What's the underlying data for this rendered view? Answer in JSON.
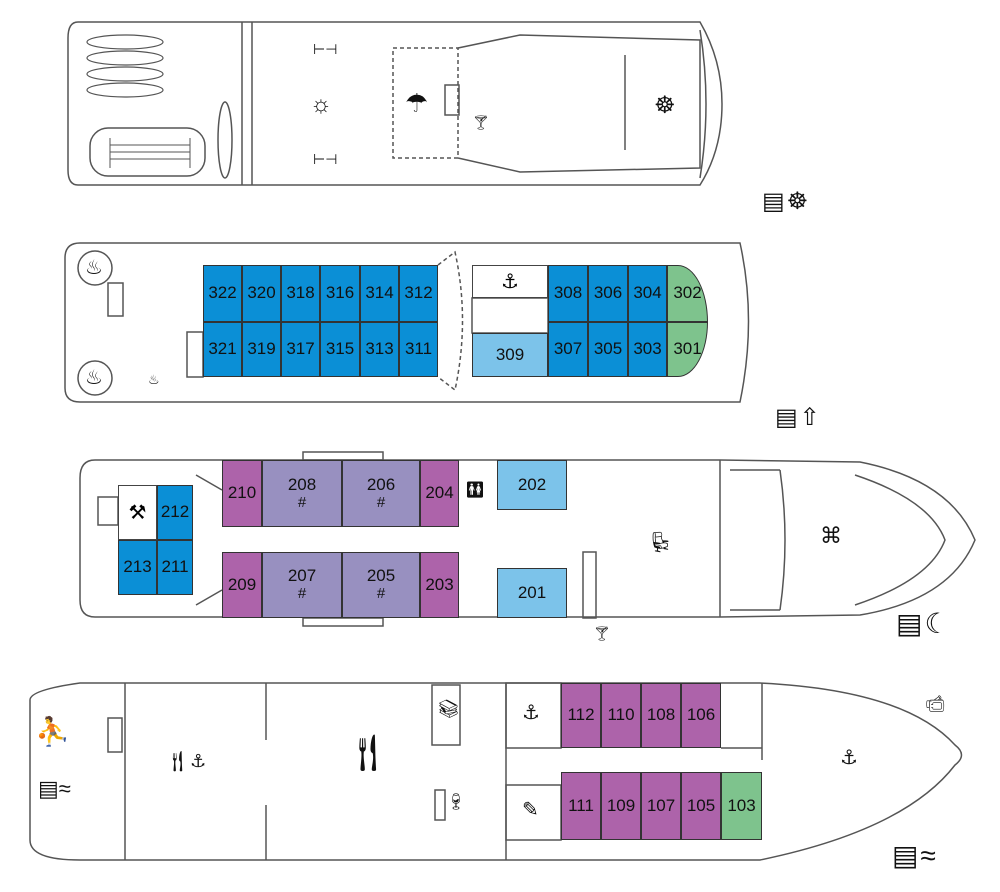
{
  "colors": {
    "standard": "#0b8fd6",
    "light": "#7cc3ea",
    "suite": "#7ec38d",
    "magenta": "#ad63aa",
    "lavender": "#9890c0"
  },
  "decks": [
    {
      "legend": "▤☸",
      "legend_icons": [
        "list-icon",
        "helm-icon"
      ]
    },
    {
      "legend": "▤⇧",
      "legend_icons": [
        "list-icon",
        "arrow-up-icon"
      ],
      "cabins": [
        {
          "n": "322",
          "c": "standard"
        },
        {
          "n": "320",
          "c": "standard"
        },
        {
          "n": "318",
          "c": "standard"
        },
        {
          "n": "316",
          "c": "standard"
        },
        {
          "n": "314",
          "c": "standard"
        },
        {
          "n": "312",
          "c": "standard"
        },
        {
          "n": "321",
          "c": "standard"
        },
        {
          "n": "319",
          "c": "standard"
        },
        {
          "n": "317",
          "c": "standard"
        },
        {
          "n": "315",
          "c": "standard"
        },
        {
          "n": "313",
          "c": "standard"
        },
        {
          "n": "311",
          "c": "standard"
        },
        {
          "n": "308",
          "c": "standard"
        },
        {
          "n": "306",
          "c": "standard"
        },
        {
          "n": "304",
          "c": "standard"
        },
        {
          "n": "302",
          "c": "suite"
        },
        {
          "n": "307",
          "c": "standard"
        },
        {
          "n": "305",
          "c": "standard"
        },
        {
          "n": "303",
          "c": "standard"
        },
        {
          "n": "301",
          "c": "suite"
        },
        {
          "n": "309",
          "c": "light"
        }
      ]
    },
    {
      "legend": "▤☾",
      "legend_icons": [
        "list-icon",
        "moon-icon"
      ],
      "cabins": [
        {
          "n": "210",
          "c": "magenta"
        },
        {
          "n": "208",
          "c": "lavender",
          "mark": "#"
        },
        {
          "n": "206",
          "c": "lavender",
          "mark": "#"
        },
        {
          "n": "204",
          "c": "magenta"
        },
        {
          "n": "209",
          "c": "magenta"
        },
        {
          "n": "207",
          "c": "lavender",
          "mark": "#"
        },
        {
          "n": "205",
          "c": "lavender",
          "mark": "#"
        },
        {
          "n": "203",
          "c": "magenta"
        },
        {
          "n": "212",
          "c": "standard"
        },
        {
          "n": "213",
          "c": "standard"
        },
        {
          "n": "211",
          "c": "standard"
        },
        {
          "n": "202",
          "c": "light"
        },
        {
          "n": "201",
          "c": "light"
        }
      ]
    },
    {
      "legend": "▤≈",
      "legend_icons": [
        "list-icon",
        "waves-icon"
      ],
      "cabins": [
        {
          "n": "112",
          "c": "magenta"
        },
        {
          "n": "110",
          "c": "magenta"
        },
        {
          "n": "108",
          "c": "magenta"
        },
        {
          "n": "106",
          "c": "magenta"
        },
        {
          "n": "111",
          "c": "magenta"
        },
        {
          "n": "109",
          "c": "magenta"
        },
        {
          "n": "107",
          "c": "magenta"
        },
        {
          "n": "105",
          "c": "magenta"
        },
        {
          "n": "103",
          "c": "suite"
        }
      ]
    }
  ],
  "icons": {
    "sun": "☼",
    "umbrella": "☂",
    "cocktail": "🍸︎",
    "helm": "☸",
    "anchor": "⚓︎",
    "tools": "⚒",
    "toilets": "🚻︎",
    "seat": "💺︎",
    "command": "⌘",
    "hottub": "♨",
    "dining": "🍴︎",
    "books": "📚︎",
    "wine": "🍷︎",
    "pencil": "✎",
    "fitness": "⛹",
    "camera": "📹︎",
    "dumbbell": "⊢⊣"
  }
}
